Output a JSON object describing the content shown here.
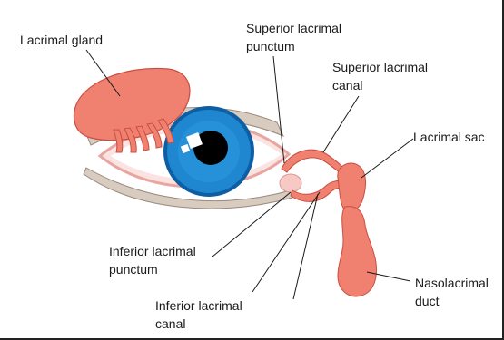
{
  "labels": {
    "lacrimal_gland": "Lacrimal gland",
    "superior_lacrimal_punctum": "Superior lacrimal\npunctum",
    "superior_lacrimal_canal": "Superior lacrimal\ncanal",
    "lacrimal_sac": "Lacrimal sac",
    "inferior_lacrimal_punctum": "Inferior lacrimal\npunctum",
    "inferior_lacrimal_canal": "Inferior lacrimal\ncanal",
    "nasolacrimal_duct": "Nasolacrimal\nduct"
  },
  "colors": {
    "structure_fill": "#f0806f",
    "structure_stroke": "#c94e3f",
    "iris": "#1f86d0",
    "pupil": "#000000",
    "lid_pink": "#f6c9c5",
    "skin_shadow": "#b9a99a",
    "leader_line": "#1a1a1a"
  }
}
